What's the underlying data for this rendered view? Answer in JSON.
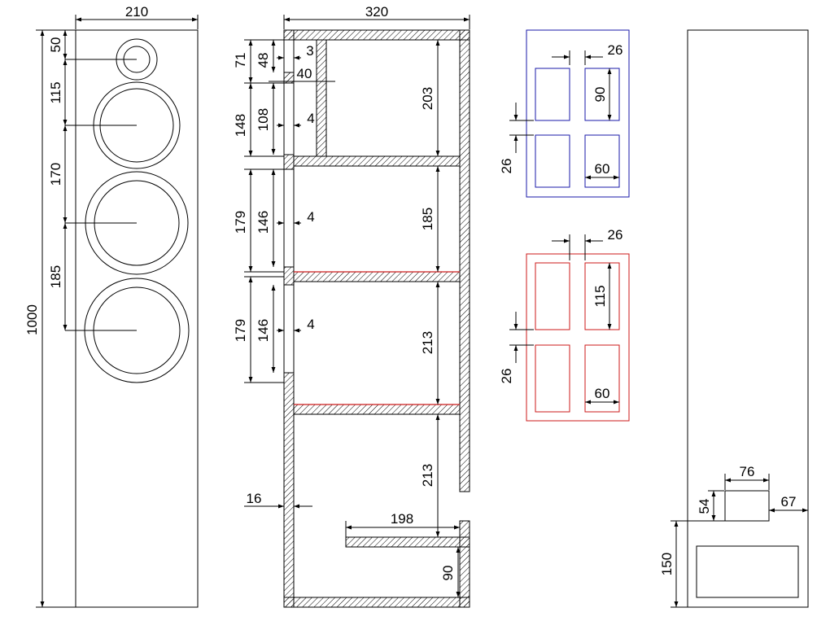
{
  "colors": {
    "line": "#000000",
    "blue_panel": "#1a1aa8",
    "red_panel": "#cc1a1a"
  },
  "front_view": {
    "width_dim": "210",
    "height_dim": "1000",
    "driver_spacing": [
      "50",
      "115",
      "170",
      "185"
    ]
  },
  "section_view": {
    "width_dim": "320",
    "left_dims": [
      "71",
      "48",
      "148",
      "108",
      "179",
      "146",
      "179",
      "146",
      "16"
    ],
    "baffle_dims": [
      "3",
      "40",
      "4",
      "4",
      "4"
    ],
    "chamber_heights": [
      "203",
      "185",
      "213",
      "213"
    ],
    "port_dims": [
      "198",
      "90"
    ]
  },
  "blue_panel": {
    "gap_top": "26",
    "cutout_height": "90",
    "gap_left": "26",
    "cutout_width": "60"
  },
  "red_panel": {
    "gap_top": "26",
    "cutout_height": "115",
    "gap_left": "26",
    "cutout_width": "60"
  },
  "rear_view": {
    "terminal_width": "76",
    "terminal_height": "54",
    "terminal_offset": "67",
    "port_height": "150"
  }
}
